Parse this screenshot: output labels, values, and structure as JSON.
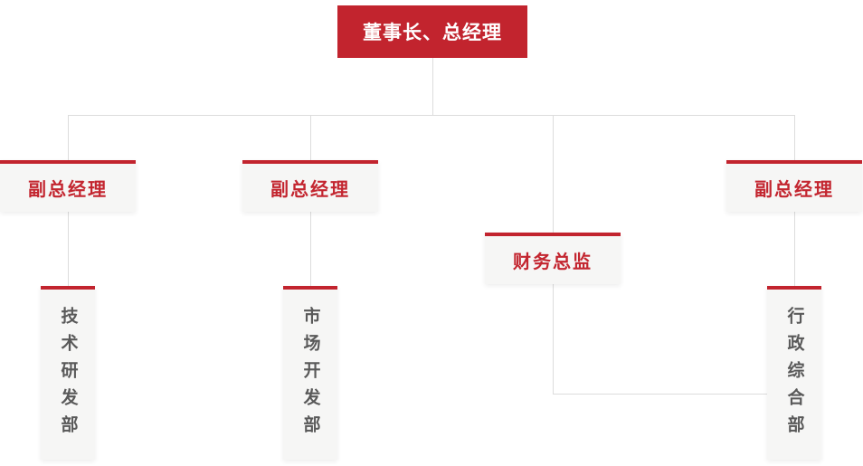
{
  "palette": {
    "accent_red": "#c2242e",
    "connector_gray": "#dcdcdc",
    "node_background": "#f6f6f5",
    "department_text_gray": "#595959",
    "root_text_white": "#ffffff"
  },
  "org_chart": {
    "root": {
      "label": "董事长、总经理"
    },
    "managers": [
      {
        "label": "副总经理"
      },
      {
        "label": "副总经理"
      },
      {
        "label": "财务总监"
      },
      {
        "label": "副总经理"
      }
    ],
    "departments": [
      {
        "label": "技术研发部"
      },
      {
        "label": "市场开发部"
      },
      {
        "label": "行政综合部"
      }
    ]
  }
}
